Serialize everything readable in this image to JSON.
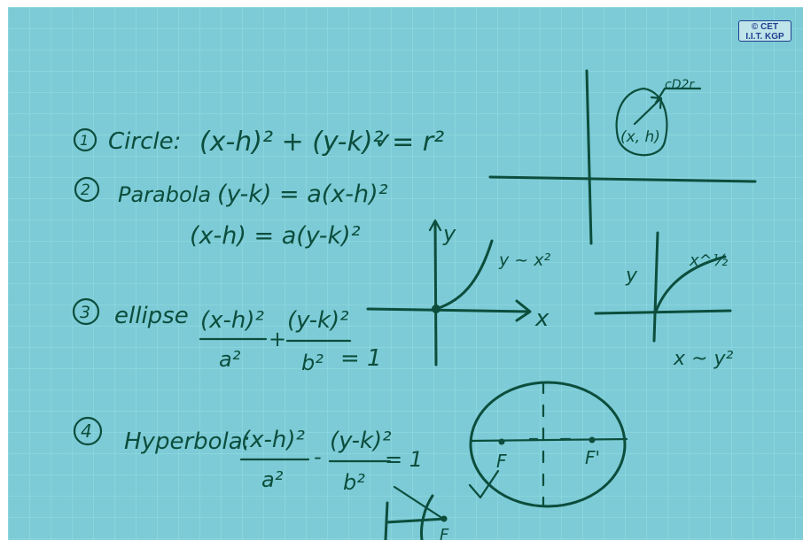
{
  "logo": {
    "line1": "© CET",
    "line2": "I.I.T. KGP"
  },
  "items": [
    {
      "num": "1",
      "name": "Circle:",
      "eq1": "(x-h)² + (y-k)² = r²",
      "mark": "✓"
    },
    {
      "num": "2",
      "name": "Parabola",
      "eq1": "(y-k) = a(x-h)²",
      "eq2": "(x-h) = a(y-k)²"
    },
    {
      "num": "3",
      "name": "ellipse",
      "eq1_num1": "(x-h)²",
      "eq1_den1": "a²",
      "eq1_num2": "(y-k)²",
      "eq1_den2": "b²",
      "eq1_rhs": "= 1"
    },
    {
      "num": "4",
      "name": "Hyperbola:",
      "eq1_num1": "(x-h)²",
      "eq1_den1": "a²",
      "eq1_num2": "(y-k)²",
      "eq1_den2": "b²",
      "eq1_rhs": "= 1"
    }
  ],
  "sketches": {
    "circle": {
      "center_label": "(x, h)",
      "radius_label": "cD2r"
    },
    "parabola": {
      "y_axis": "y",
      "x_axis": "x",
      "curve_label": "y ~ x²"
    },
    "root": {
      "y_axis": "y",
      "curve_label": "x^½",
      "relation": "x ~ y²"
    },
    "ellipse": {
      "focus1": "F",
      "focus2": "F'"
    },
    "hyperbola": {
      "focus": "F"
    }
  },
  "colors": {
    "board": "#7ccbd6",
    "ink": "#0c4d3c",
    "logo": "#1f3f8f"
  }
}
